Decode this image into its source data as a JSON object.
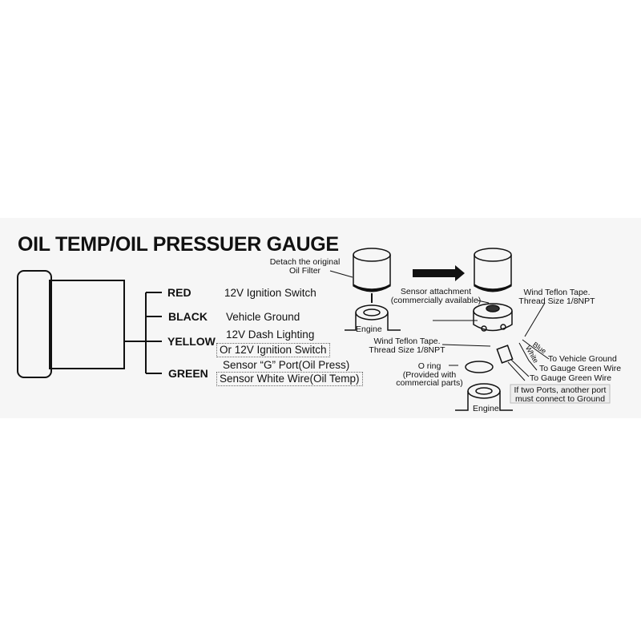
{
  "title": "OIL TEMP/OIL PRESSUER GAUGE",
  "wires": [
    {
      "color": "RED",
      "desc": "12V Ignition Switch"
    },
    {
      "color": "BLACK",
      "desc": "Vehicle Ground"
    },
    {
      "color": "YELLOW",
      "desc": "12V Dash Lighting",
      "alt": "Or 12V Ignition Switch"
    },
    {
      "color": "GREEN",
      "desc": "Sensor “G” Port(Oil Press)",
      "alt": "Sensor White Wire(Oil Temp)"
    }
  ],
  "install": {
    "detach_1": "Detach the original",
    "detach_2": "Oil Filter",
    "engine": "Engine",
    "sensor_1": "Sensor attachment",
    "sensor_2": "(commercially available)",
    "tape_1": "Wind Teflon Tape.",
    "tape_2": "Thread Size 1/8NPT",
    "blue": "Blue",
    "white": "White",
    "to_ground": "To Vehicle Ground",
    "to_green": "To Gauge Green Wire",
    "oring_1": "O ring",
    "oring_2": "(Provided with",
    "oring_3": "commercial parts)",
    "note_1": "If two Ports, another port",
    "note_2": "must connect to Ground"
  }
}
